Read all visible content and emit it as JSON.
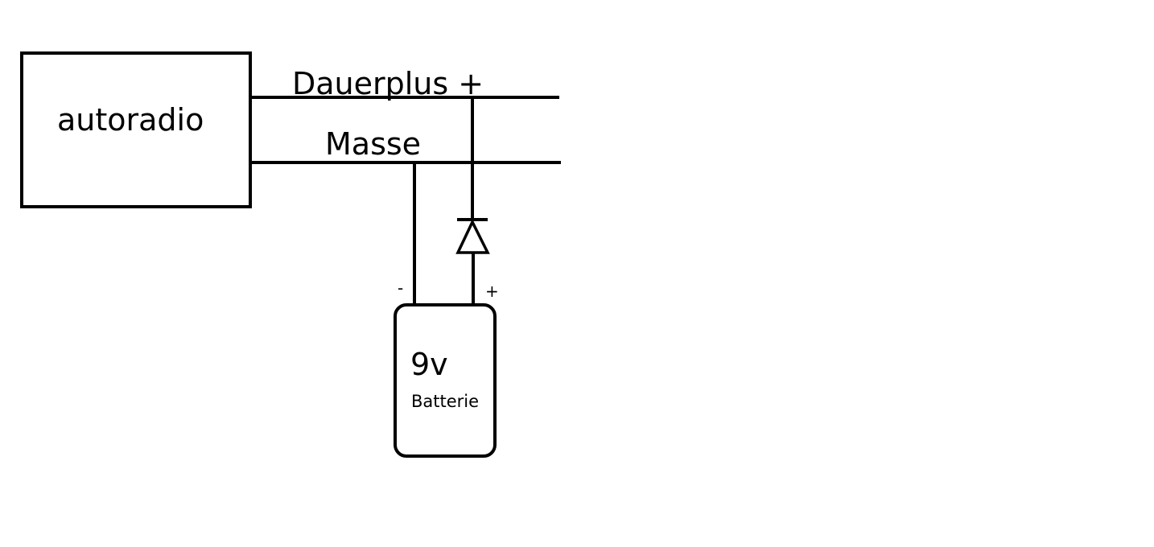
{
  "diagram": {
    "radio_label": "autoradio",
    "dauerplus_label": "Dauerplus +",
    "masse_label": "Masse",
    "battery": {
      "voltage_label": "9v",
      "name_label": "Batterie",
      "minus_label": "-",
      "plus_label": "+"
    }
  },
  "colors": {
    "background": "#ffffff",
    "ink": "#000000"
  }
}
